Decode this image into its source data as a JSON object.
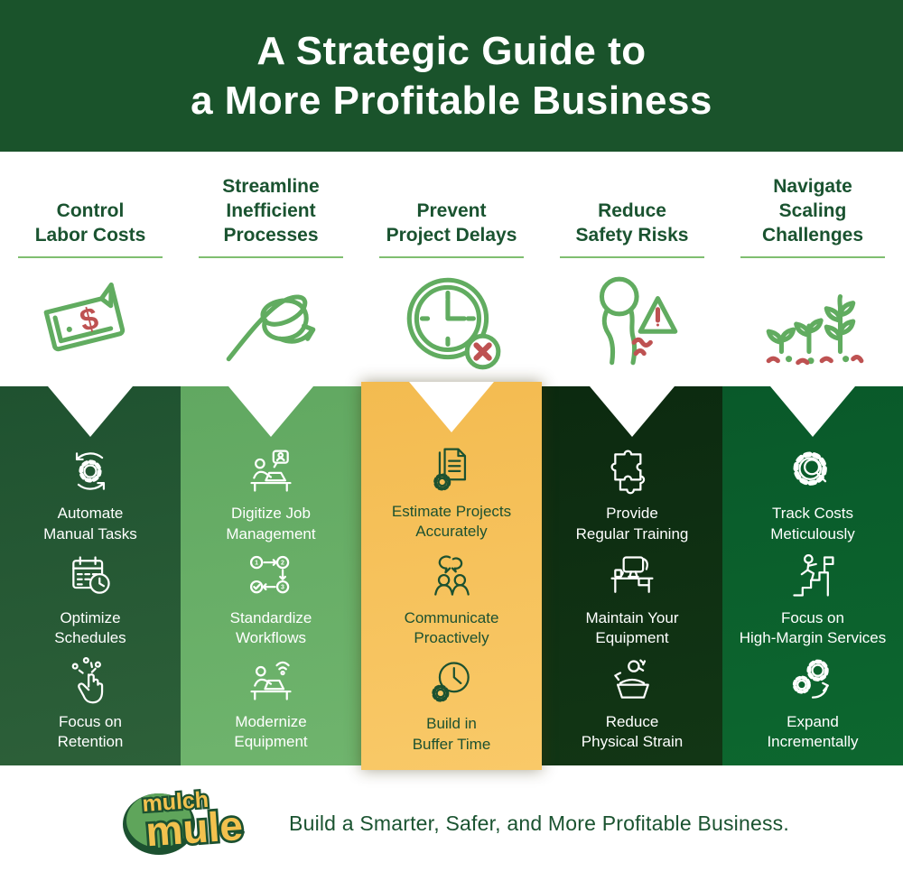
{
  "header": {
    "title_line1": "A Strategic Guide to",
    "title_line2": "a More Profitable Business"
  },
  "columns": [
    {
      "title": "Control\nLabor Costs",
      "top_icon": "money-bill-icon",
      "theme_color": "#2B5C37",
      "items": [
        {
          "icon": "automation-sync-gear-icon",
          "label": "Automate\nManual Tasks"
        },
        {
          "icon": "calendar-clock-icon",
          "label": "Optimize\nSchedules"
        },
        {
          "icon": "tap-hand-icon",
          "label": "Focus on\nRetention"
        }
      ]
    },
    {
      "title": "Streamline\nInefficient\nProcesses",
      "top_icon": "tangled-arrow-icon",
      "theme_color": "#68AE66",
      "items": [
        {
          "icon": "person-laptop-chat-icon",
          "label": "Digitize Job\nManagement"
        },
        {
          "icon": "workflow-steps-icon",
          "label": "Standardize\nWorkflows"
        },
        {
          "icon": "person-laptop-wifi-icon",
          "label": "Modernize\nEquipment"
        }
      ]
    },
    {
      "title": "Prevent\nProject Delays",
      "top_icon": "clock-cancel-icon",
      "theme_color": "#F6C15C",
      "items": [
        {
          "icon": "document-gear-icon",
          "label": "Estimate Projects\nAccurately"
        },
        {
          "icon": "people-chat-icon",
          "label": "Communicate\nProactively"
        },
        {
          "icon": "clock-gear-icon",
          "label": "Build in\nBuffer Time"
        }
      ]
    },
    {
      "title": "Reduce\nSafety Risks",
      "top_icon": "posture-warning-icon",
      "theme_color": "#0F2F12",
      "items": [
        {
          "icon": "puzzle-pieces-icon",
          "label": "Provide\nRegular Training"
        },
        {
          "icon": "equipment-desk-icon",
          "label": "Maintain Your\nEquipment"
        },
        {
          "icon": "lifting-strain-icon",
          "label": "Reduce\nPhysical Strain"
        }
      ]
    },
    {
      "title": "Navigate\nScaling\nChallenges",
      "top_icon": "growing-plants-icon",
      "theme_color": "#0B6230",
      "items": [
        {
          "icon": "gear-magnifier-icon",
          "label": "Track Costs\nMeticulously"
        },
        {
          "icon": "stairs-flag-icon",
          "label": "Focus on\nHigh-Margin Services"
        },
        {
          "icon": "gears-growth-arrow-icon",
          "label": "Expand\nIncrementally"
        }
      ]
    }
  ],
  "icon_text": {
    "workflow_step1": "1",
    "workflow_step2": "2",
    "workflow_step3": "3",
    "dollar_sign": "$"
  },
  "footer": {
    "logo_line1": "mulch",
    "logo_line2": "mule",
    "tagline": "Build a Smarter, Safer, and More Profitable Business."
  },
  "colors": {
    "header_bg": "#1A532B",
    "title_text": "#1A5330",
    "underline": "#7FBE70",
    "top_icon_stroke": "#61AC60",
    "accent_red": "#BE5252",
    "yellow_column_text": "#1C5130",
    "logo_yellow": "#F2C14E",
    "logo_green": "#5FA55B"
  }
}
